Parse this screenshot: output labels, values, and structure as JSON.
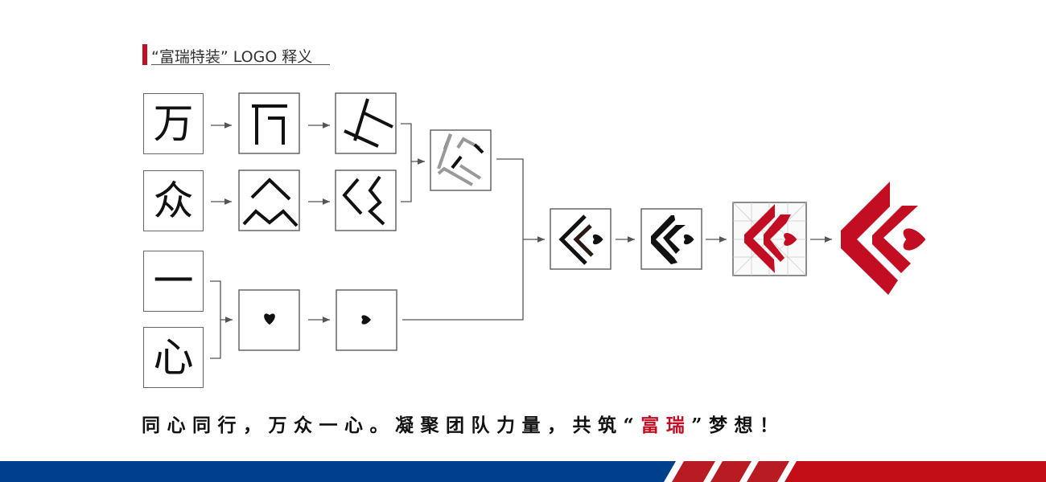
{
  "title": {
    "text": "“富瑞特装” LOGO 释义"
  },
  "steps": {
    "char_wan": "万",
    "char_zhong": "众",
    "char_yi": "一",
    "char_xin": "心"
  },
  "slogan": {
    "before": "同心同行，万众一心。凝聚团队力量，共筑“",
    "highlight": "富瑞",
    "after": "”梦想！"
  },
  "colors": {
    "brand_red": "#c30d23",
    "brand_blue": "#003f8c",
    "stripe_red": "#b81c22"
  }
}
